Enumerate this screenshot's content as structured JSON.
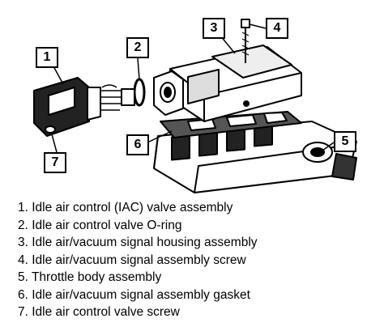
{
  "callouts": [
    "1",
    "2",
    "3",
    "4",
    "5",
    "6",
    "7"
  ],
  "legend": [
    "1.  Idle air control (IAC) valve assembly",
    "2.  Idle air control valve O-ring",
    "3.  Idle air/vacuum signal housing assembly",
    "4.  Idle air/vacuum signal assembly screw",
    "5.  Throttle body assembly",
    "6.  Idle air/vacuum signal assembly gasket",
    "7.  Idle air control valve screw"
  ]
}
